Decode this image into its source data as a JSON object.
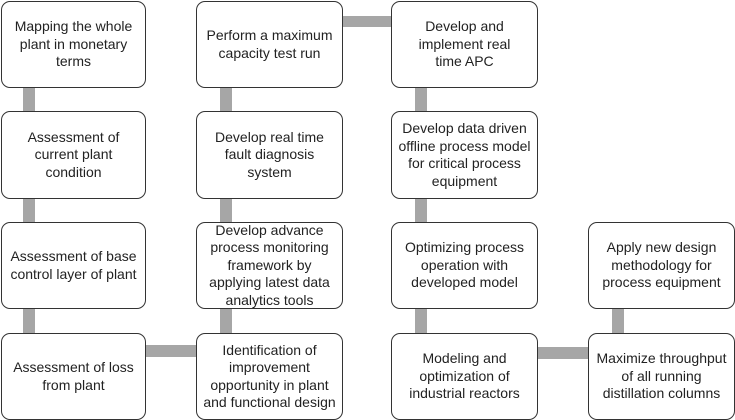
{
  "boxes": [
    {
      "id": "b1",
      "label": "Mapping the whole plant in monetary terms"
    },
    {
      "id": "b2",
      "label": "Assessment of current plant condition"
    },
    {
      "id": "b3",
      "label": "Assessment of base control layer of plant"
    },
    {
      "id": "b4",
      "label": "Assessment of loss from plant"
    },
    {
      "id": "b5",
      "label": "Identification of improvement opportunity in plant and functional design"
    },
    {
      "id": "b6",
      "label": "Develop advance process monitoring framework by applying latest data analytics tools"
    },
    {
      "id": "b7",
      "label": "Develop real time fault diagnosis system"
    },
    {
      "id": "b8",
      "label": "Perform a maximum capacity test run"
    },
    {
      "id": "b9",
      "label": "Develop and implement real time APC"
    },
    {
      "id": "b10",
      "label": "Develop data driven offline process model for critical process equipment"
    },
    {
      "id": "b11",
      "label": "Optimizing process operation with developed model"
    },
    {
      "id": "b12",
      "label": "Modeling and optimization of industrial reactors"
    },
    {
      "id": "b13",
      "label": "Maximize throughput of all running distillation columns"
    },
    {
      "id": "b14",
      "label": "Apply new design methodology for process equipment"
    }
  ],
  "colors": {
    "connector": "#a6a6a6",
    "border": "#333333"
  }
}
